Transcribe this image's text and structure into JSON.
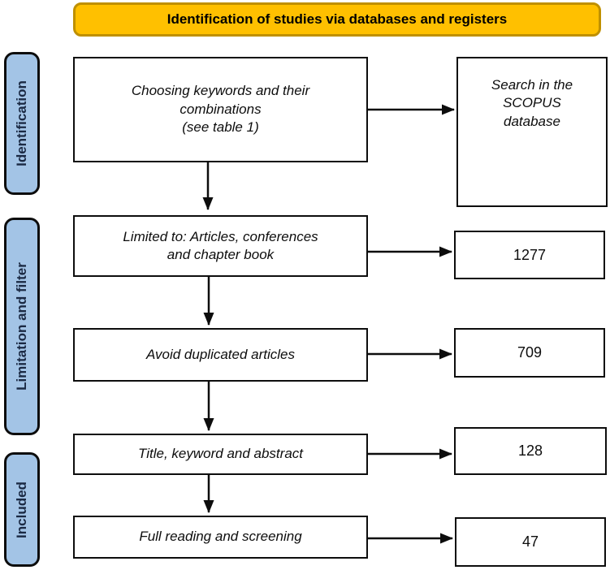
{
  "header": {
    "title": "Identification of studies via databases and registers"
  },
  "stages": [
    {
      "label": "Identification"
    },
    {
      "label": "Limitation and filter"
    },
    {
      "label": "Included"
    }
  ],
  "flow": {
    "steps": [
      {
        "text": "Choosing keywords and their\ncombinations\n(see table 1)",
        "result": "Search in the\nSCOPUS\ndatabase"
      },
      {
        "text": "Limited to: Articles, conferences\nand chapter book",
        "result": "1277"
      },
      {
        "text": "Avoid duplicated articles",
        "result": "709"
      },
      {
        "text": "Title, keyword and abstract",
        "result": "128"
      },
      {
        "text": "Full reading and screening",
        "result": "47"
      }
    ]
  },
  "colors": {
    "header_fill": "#FFC000",
    "header_border": "#BF9000",
    "stage_fill": "#A3C4E6",
    "box_border": "#0D0D0D",
    "arrow": "#0D0D0D"
  }
}
